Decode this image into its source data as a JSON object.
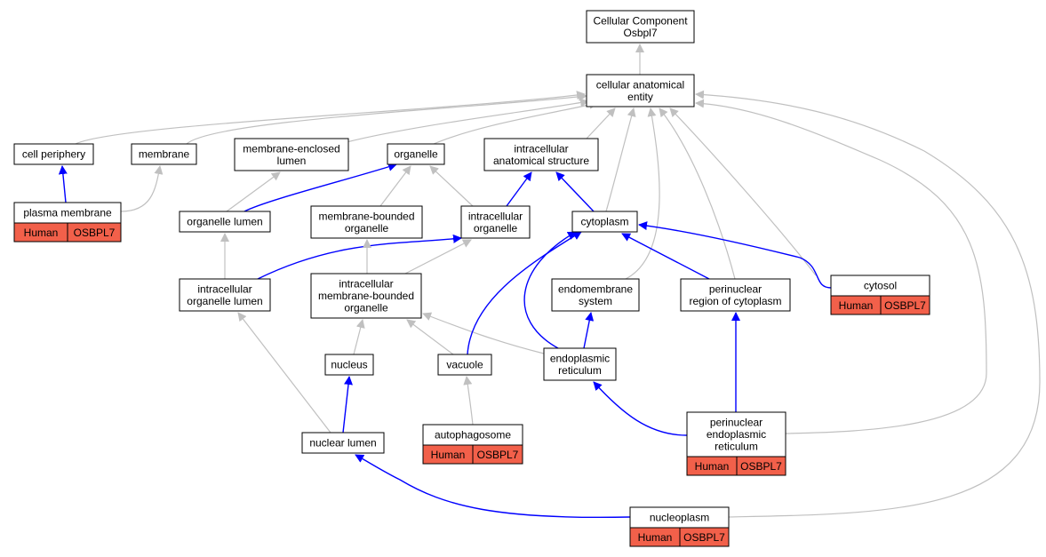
{
  "nodes": {
    "root": [
      "Cellular Component",
      "Osbpl7"
    ],
    "cae": [
      "cellular anatomical",
      "entity"
    ],
    "cell_periphery": [
      "cell periphery"
    ],
    "membrane": [
      "membrane"
    ],
    "mel": [
      "membrane-enclosed",
      "lumen"
    ],
    "organelle": [
      "organelle"
    ],
    "ias": [
      "intracellular",
      "anatomical structure"
    ],
    "plasma_membrane": [
      "plasma membrane"
    ],
    "organelle_lumen": [
      "organelle lumen"
    ],
    "mbo": [
      "membrane-bounded",
      "organelle"
    ],
    "io": [
      "intracellular",
      "organelle"
    ],
    "cytoplasm": [
      "cytoplasm"
    ],
    "iol": [
      "intracellular",
      "organelle lumen"
    ],
    "imbo": [
      "intracellular",
      "membrane-bounded",
      "organelle"
    ],
    "endomembrane": [
      "endomembrane",
      "system"
    ],
    "prc": [
      "perinuclear",
      "region of cytoplasm"
    ],
    "cytosol": [
      "cytosol"
    ],
    "nucleus": [
      "nucleus"
    ],
    "vacuole": [
      "vacuole"
    ],
    "er": [
      "endoplasmic",
      "reticulum"
    ],
    "nuclear_lumen": [
      "nuclear lumen"
    ],
    "autophagosome": [
      "autophagosome"
    ],
    "per": [
      "perinuclear",
      "endoplasmic",
      "reticulum"
    ],
    "nucleoplasm": [
      "nucleoplasm"
    ]
  },
  "annotation": {
    "species": "Human",
    "gene": "OSBPL7"
  },
  "colors": {
    "gray_edge": "#c0c0c0",
    "blue_edge": "#0000ff",
    "tag_fill": "#f2604a"
  }
}
